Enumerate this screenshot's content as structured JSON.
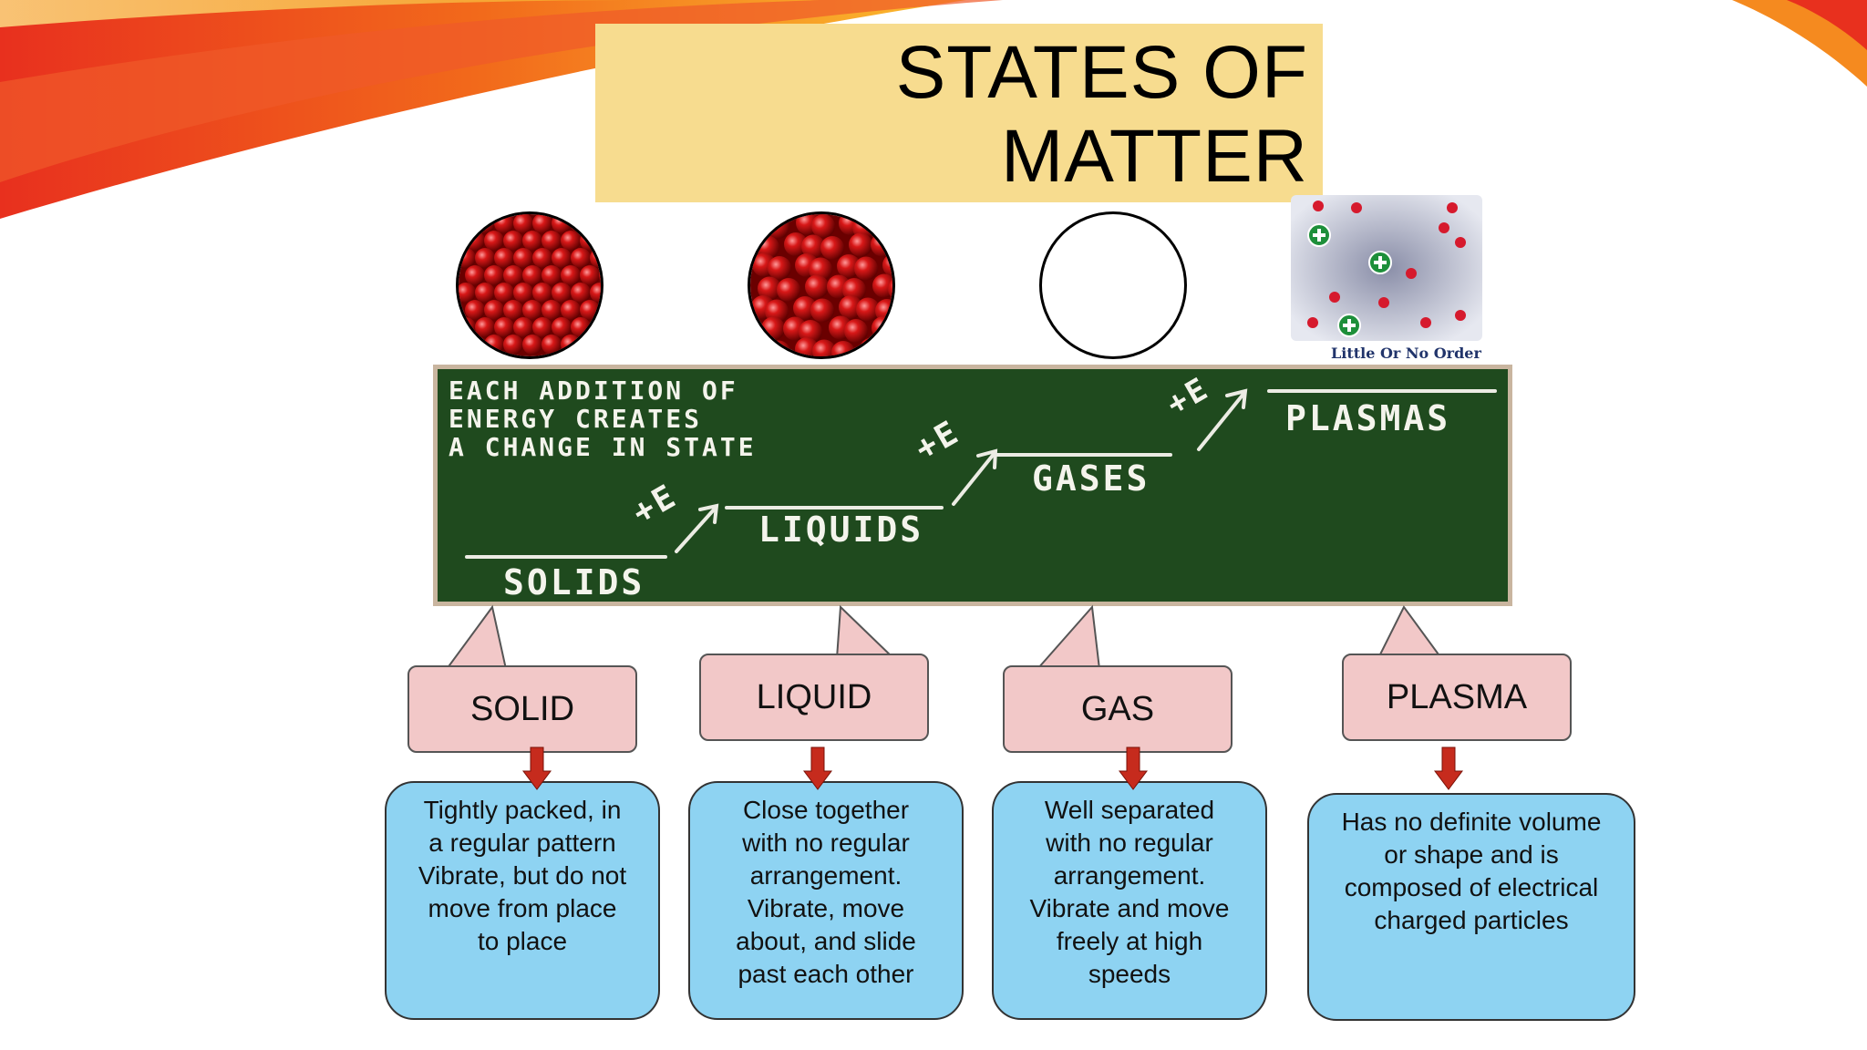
{
  "slide": {
    "title_line1": "STATES OF",
    "title_line2": "MATTER"
  },
  "images": {
    "plasma_caption": "Little Or No Order"
  },
  "chalkboard": {
    "note_lines": [
      "EACH ADDITION OF",
      "ENERGY CREATES",
      "A CHANGE IN STATE"
    ],
    "energy_label": "+E",
    "steps": [
      "SOLIDS",
      "LIQUIDS",
      "GASES",
      "PLASMAS"
    ]
  },
  "states": [
    {
      "name": "SOLID",
      "description_lines": [
        "Tightly packed, in",
        "a regular pattern",
        "Vibrate, but do not",
        "move from place",
        "to place"
      ]
    },
    {
      "name": "LIQUID",
      "description_lines": [
        "Close together",
        "with no regular",
        "arrangement.",
        "Vibrate, move",
        "about, and slide",
        "past each other"
      ]
    },
    {
      "name": "GAS",
      "description_lines": [
        "Well separated",
        "with no regular",
        "arrangement.",
        "Vibrate and move",
        "freely at high",
        "speeds"
      ]
    },
    {
      "name": "PLASMA",
      "description_lines": [
        "Has no definite volume",
        "or shape and is",
        "composed of electrical",
        "charged particles"
      ]
    }
  ],
  "colors": {
    "title_bg": "#f7dc8f",
    "chalkboard": "#1f4a1e",
    "callout": "#f2c8c8",
    "description": "#8ed3f2",
    "arrow": "#c62b1d"
  }
}
